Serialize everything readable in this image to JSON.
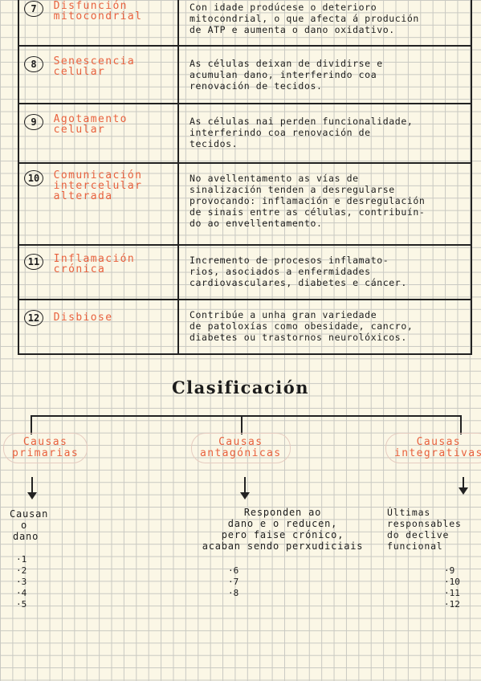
{
  "table": {
    "rows": [
      {
        "number": "7",
        "title_lines": [
          "Disfunción",
          "mitocondrial"
        ],
        "description_lines": [
          "Con idade prodúcese o deterioro",
          "mitocondrial, o que afecta á produción",
          "de ATP e aumenta o dano oxidativo."
        ]
      },
      {
        "number": "8",
        "title_lines": [
          "Senescencia",
          "celular"
        ],
        "description_lines": [
          "As células deixan de dividirse e",
          "acumulan dano, interferindo coa",
          "renovación de tecidos."
        ]
      },
      {
        "number": "9",
        "title_lines": [
          "Agotamento",
          "celular"
        ],
        "description_lines": [
          "As células nai perden funcionalidade,",
          "interferindo coa renovación de",
          "tecidos."
        ]
      },
      {
        "number": "10",
        "title_lines": [
          "Comunicación",
          "intercelular",
          "alterada"
        ],
        "description_lines": [
          "No avellentamento as vías de",
          "sinalización tenden a desregularse",
          "provocando: inflamación e desregulación",
          "de sinais entre as células, contribuín-",
          "do ao envellentamento."
        ]
      },
      {
        "number": "11",
        "title_lines": [
          "Inflamación",
          "crónica"
        ],
        "description_lines": [
          "Incremento de procesos inflamato-",
          "rios, asociados a enfermidades",
          "cardiovasculares, diabetes e cáncer."
        ]
      },
      {
        "number": "12",
        "title_lines": [
          "Disbiose"
        ],
        "description_lines": [
          "Contribúe a unha gran variedade",
          "de patoloxías como obesidade, cancro,",
          "diabetes ou trastornos neurolóxicos."
        ]
      }
    ]
  },
  "classification": {
    "heading": "Clasificación",
    "causes": [
      {
        "title_lines": [
          "Causas",
          "primarias"
        ],
        "description_lines": [
          "Causan",
          "o",
          "dano"
        ],
        "items": [
          "1",
          "2",
          "3",
          "4",
          "5"
        ]
      },
      {
        "title_lines": [
          "Causas",
          "antagónicas"
        ],
        "description_lines": [
          "Responden ao",
          "dano e o reducen,",
          "pero faise crónico,",
          "acaban sendo perxudiciais"
        ],
        "items": [
          "6",
          "7",
          "8"
        ]
      },
      {
        "title_lines": [
          "Causas",
          "integrativas"
        ],
        "description_lines": [
          "Últimas",
          "responsables",
          "do declive",
          "funcional"
        ],
        "items": [
          "9",
          "10",
          "11",
          "12"
        ]
      }
    ]
  }
}
